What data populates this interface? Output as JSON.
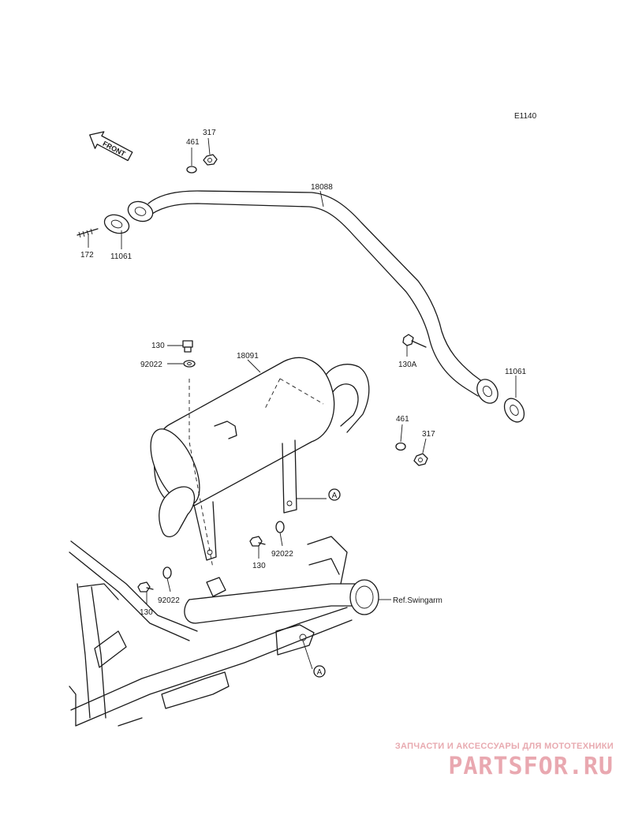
{
  "diagram_code": "E1140",
  "front_label": "FRONT",
  "callouts": {
    "nut_317_top": "317",
    "washer_461_top": "461",
    "pipe_18088": "18088",
    "stud_172": "172",
    "gasket_11061_left": "11061",
    "bolt_130_top": "130",
    "washer_92022_top": "92022",
    "muffler_18091": "18091",
    "bolt_130A": "130A",
    "gasket_11061_right": "11061",
    "washer_461_right": "461",
    "nut_317_right": "317",
    "ref_A_upper": "A",
    "bolt_130_mid": "130",
    "washer_92022_mid": "92022",
    "washer_92022_low": "92022",
    "bolt_130_low": "130",
    "ref_swingarm": "Ref.Swingarm",
    "ref_A_lower": "A"
  },
  "watermark": {
    "tagline": "ЗАПЧАСТИ И АКСЕССУАРЫ ДЛЯ МОТОТЕХНИКИ",
    "logo": "PARTSFOR.RU",
    "color": "#e9a8b0"
  }
}
